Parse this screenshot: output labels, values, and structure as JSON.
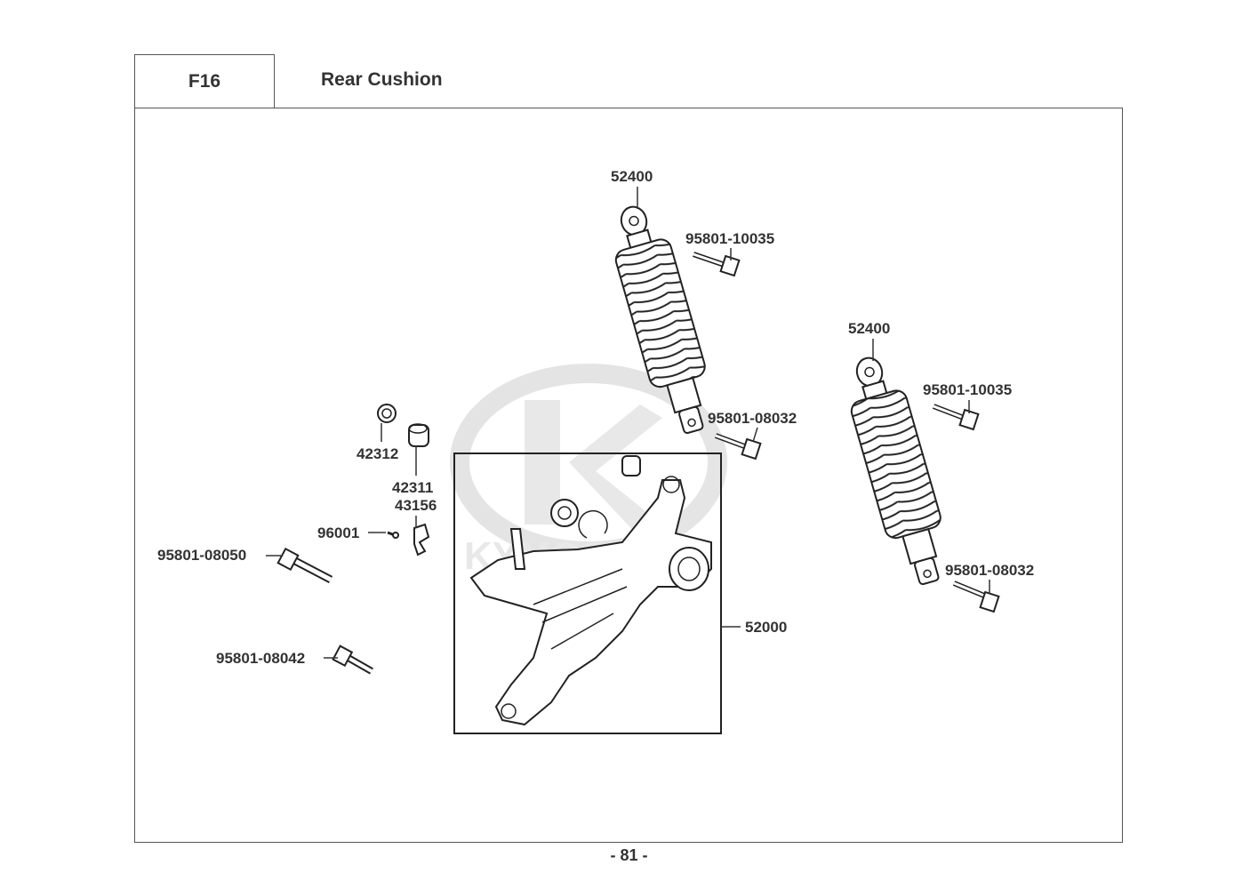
{
  "header": {
    "code": "F16",
    "title": "Rear Cushion"
  },
  "footer": {
    "page": "- 81 -"
  },
  "logo": {
    "watermark": "KYMCO"
  },
  "parts": {
    "shock_left": "52400",
    "shock_left_top_bolt": "95801-10035",
    "shock_left_bottom_bolt": "95801-08032",
    "shock_right": "52400",
    "shock_right_top_bolt": "95801-10035",
    "shock_right_bottom_bolt": "95801-08032",
    "bushing_a": "42312",
    "bushing_b": "42311",
    "clamp": "43156",
    "screw": "96001",
    "long_bolt": "95801-08050",
    "short_bolt": "95801-08042",
    "arm_assembly": "52000"
  }
}
